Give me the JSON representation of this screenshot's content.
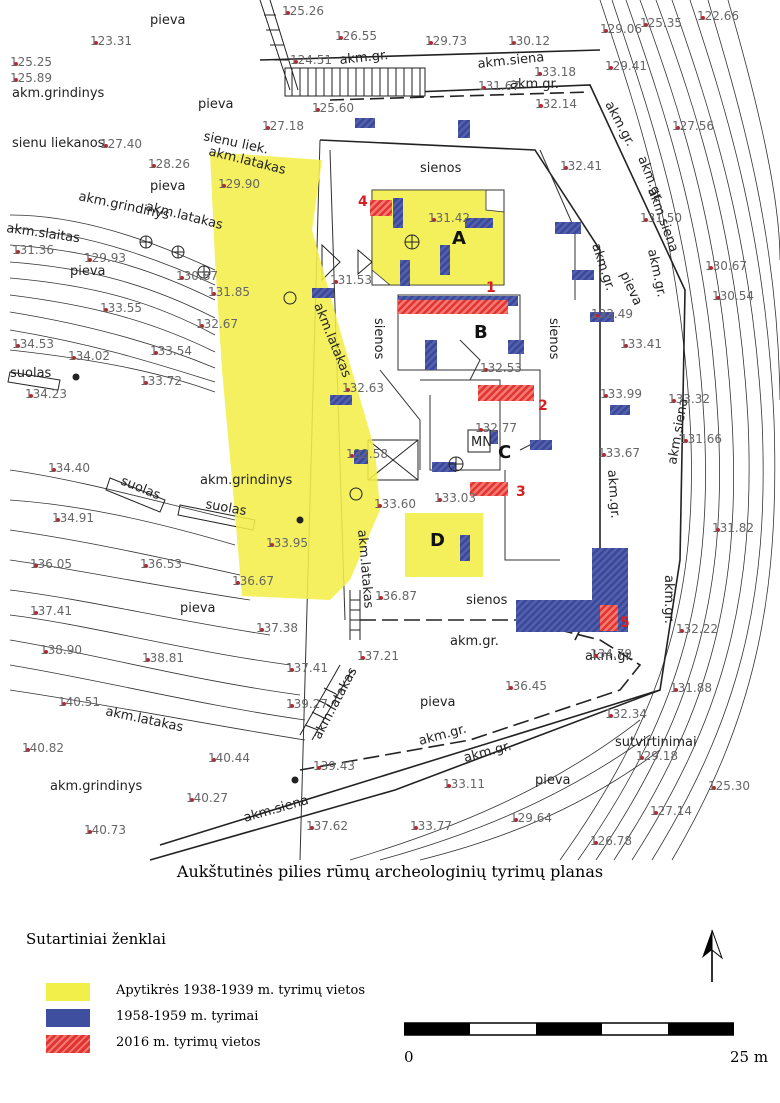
{
  "map": {
    "labels": {
      "pieva_top": "pieva",
      "pieva_mid": "pieva",
      "pieva_left": "pieva",
      "pieva_left2": "pieva",
      "pieva_bottom1": "pieva",
      "pieva_bottom2": "pieva",
      "pieva_bottom3": "pieva",
      "pieva_right": "pieva",
      "akm_grindinys1": "akm.grindinys",
      "akm_grindinys2": "akm.grindinys",
      "akm_grindinys3": "akm.grindinys",
      "akm_grindinys4": "akm.grindinys",
      "sienu_liekanos": "sienu  liekanos",
      "sienu_liek": "sienu  liek.",
      "akm_latakas1": "akm.latakas",
      "akm_latakas2": "akm.latakas",
      "akm_latakas3": "akm.latakas",
      "akm_latakas4": "akm.latakas",
      "akm_latakas5": "akm.latakas",
      "akm_latakas6": "akm.latakas",
      "akm_gr1": "akm.gr.",
      "akm_gr2": "akm.gr.",
      "akm_gr3": "akm.gr.",
      "akm_gr4": "akm.gr.",
      "akm_gr5": "akm.gr.",
      "akm_gr6": "akm.gr.",
      "akm_gr7": "akm.gr.",
      "akm_gr8": "akm.gr.",
      "akm_gr9": "akm.gr.",
      "akm_gr10": "akm.gr.",
      "akm_gr11": "akm.gr.",
      "akm_gr12": "akm.gr.",
      "akm_siena1": "akm.siena",
      "akm_siena2": "akm.siena",
      "akm_siena3": "akm.siena",
      "akm_siena4": "akm.siena",
      "akm_slaitas": "akm.slaitas",
      "sienos1": "sienos",
      "sienos2": "sienos",
      "sienos3": "sienos",
      "sienos4": "sienos",
      "suolas1": "suolas",
      "suolas2": "suolas",
      "suolas3": "suolas",
      "sutvirtinimai": "sutvirtinimai",
      "mn": "MN"
    },
    "areas": {
      "a": "A",
      "b": "B",
      "c": "C",
      "d": "D"
    },
    "trenches_2016": {
      "n1": "1",
      "n2": "2",
      "n3": "3",
      "n4": "4",
      "n5": "5"
    },
    "elevations": [
      "123.31",
      "125.26",
      "126.55",
      "129.73",
      "130.12",
      "129.06",
      "125.35",
      "122.66",
      "125.25",
      "125.89",
      "124.51",
      "131.67",
      "133.18",
      "129.41",
      "132.14",
      "125.60",
      "127.18",
      "127.56",
      "127.40",
      "128.26",
      "132.41",
      "129.90",
      "131.50",
      "131.42",
      "131.36",
      "129.93",
      "130.87",
      "130.67",
      "131.53",
      "130.54",
      "133.55",
      "131.85",
      "133.49",
      "132.67",
      "134.53",
      "134.02",
      "133.54",
      "133.41",
      "133.72",
      "132.53",
      "134.23",
      "132.63",
      "133.99",
      "133.32",
      "132.77",
      "131.66",
      "133.67",
      "134.40",
      "133.58",
      "133.03",
      "133.60",
      "134.91",
      "131.82",
      "133.95",
      "136.05",
      "136.53",
      "136.67",
      "136.87",
      "137.41",
      "137.38",
      "132.22",
      "138.90",
      "138.81",
      "137.21",
      "134.79",
      "137.41",
      "136.45",
      "131.88",
      "140.51",
      "139.27",
      "132.34",
      "140.82",
      "140.44",
      "139.43",
      "129.18",
      "125.30",
      "140.27",
      "133.11",
      "127.14",
      "129.64",
      "140.73",
      "137.62",
      "133.77",
      "126.78"
    ]
  },
  "caption": "Aukštutinės pilies rūmų archeologinių tyrimų planas",
  "legend": {
    "title": "Sutartiniai ženklai",
    "items": [
      {
        "label": "Apytikrės 1938-1939 m. tyrimų vietos",
        "color": "#f2ee4a"
      },
      {
        "label": "1958-1959 m. tyrimai",
        "color": "#3f4fa0"
      },
      {
        "label": "2016 m. tyrimų vietos",
        "color": "#e3342f"
      }
    ]
  },
  "scale": {
    "start": "0",
    "end": "25 m"
  }
}
